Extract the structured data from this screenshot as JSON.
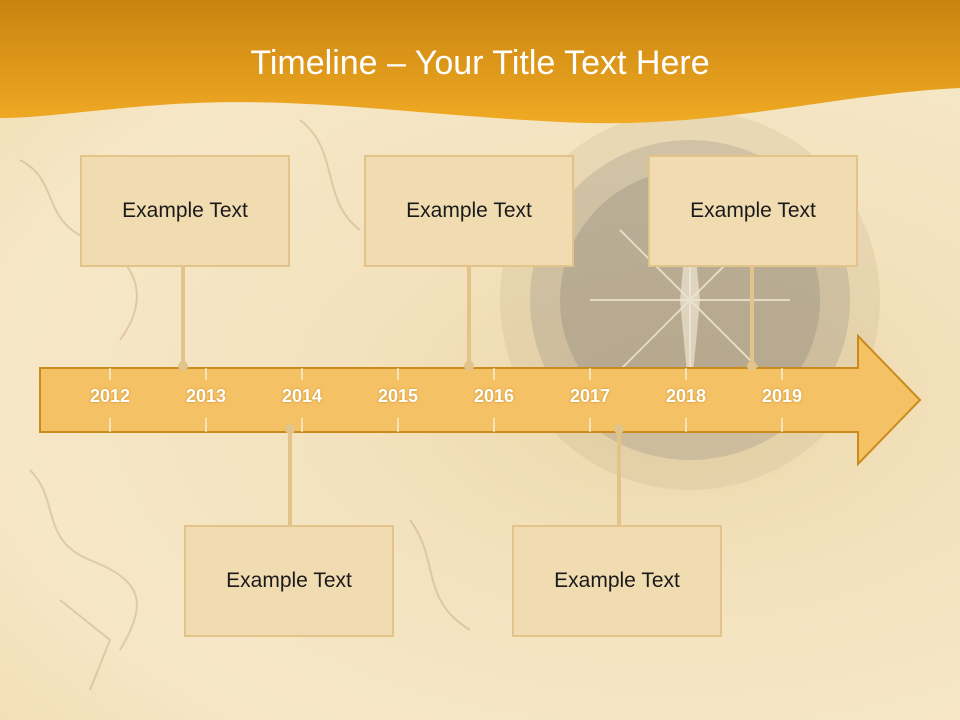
{
  "slide": {
    "title": "Timeline – Your Title Text Here"
  },
  "timeline": {
    "years": [
      "2012",
      "2013",
      "2014",
      "2015",
      "2016",
      "2017",
      "2018",
      "2019"
    ],
    "events": [
      {
        "label": "Example Text",
        "position": "above"
      },
      {
        "label": "Example Text",
        "position": "above"
      },
      {
        "label": "Example Text",
        "position": "above"
      },
      {
        "label": "Example Text",
        "position": "below"
      },
      {
        "label": "Example Text",
        "position": "below"
      }
    ]
  },
  "colors": {
    "header": "#e8a41e",
    "arrow_fill": "#f5c165",
    "arrow_stroke": "#c98b1c",
    "card_fill": "#f1dcb1",
    "card_border": "#e2c38a"
  }
}
